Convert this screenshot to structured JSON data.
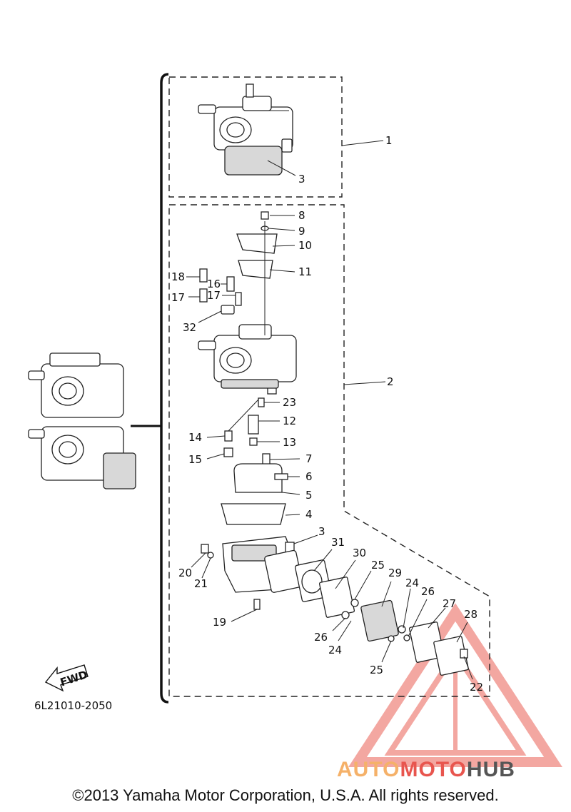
{
  "diagram": {
    "code": "6L21010-2050",
    "fwd_label": "FWD",
    "callouts": [
      {
        "id": "c1",
        "text": "1"
      },
      {
        "id": "c2",
        "text": "2"
      },
      {
        "id": "c3a",
        "text": "3"
      },
      {
        "id": "c3b",
        "text": "3"
      },
      {
        "id": "c4",
        "text": "4"
      },
      {
        "id": "c5",
        "text": "5"
      },
      {
        "id": "c6",
        "text": "6"
      },
      {
        "id": "c7",
        "text": "7"
      },
      {
        "id": "c8",
        "text": "8"
      },
      {
        "id": "c9",
        "text": "9"
      },
      {
        "id": "c10",
        "text": "10"
      },
      {
        "id": "c11",
        "text": "11"
      },
      {
        "id": "c12",
        "text": "12"
      },
      {
        "id": "c13",
        "text": "13"
      },
      {
        "id": "c14",
        "text": "14"
      },
      {
        "id": "c15",
        "text": "15"
      },
      {
        "id": "c16",
        "text": "16"
      },
      {
        "id": "c17a",
        "text": "17"
      },
      {
        "id": "c17b",
        "text": "17"
      },
      {
        "id": "c18",
        "text": "18"
      },
      {
        "id": "c19",
        "text": "19"
      },
      {
        "id": "c20",
        "text": "20"
      },
      {
        "id": "c21",
        "text": "21"
      },
      {
        "id": "c22",
        "text": "22"
      },
      {
        "id": "c23",
        "text": "23"
      },
      {
        "id": "c24a",
        "text": "24"
      },
      {
        "id": "c24b",
        "text": "24"
      },
      {
        "id": "c25a",
        "text": "25"
      },
      {
        "id": "c25b",
        "text": "25"
      },
      {
        "id": "c26a",
        "text": "26"
      },
      {
        "id": "c26b",
        "text": "26"
      },
      {
        "id": "c27",
        "text": "27"
      },
      {
        "id": "c28",
        "text": "28"
      },
      {
        "id": "c29",
        "text": "29"
      },
      {
        "id": "c30",
        "text": "30"
      },
      {
        "id": "c31",
        "text": "31"
      },
      {
        "id": "c32",
        "text": "32"
      }
    ]
  },
  "watermark": {
    "part1": "AUTO",
    "part2": "MOTO",
    "part3": "HUB",
    "color_primary": "#e8554e",
    "color_secondary": "#f5b169",
    "color_dark": "#555555"
  },
  "footer": {
    "copyright": "©2013 Yamaha Motor Corporation, U.S.A. All rights reserved."
  }
}
